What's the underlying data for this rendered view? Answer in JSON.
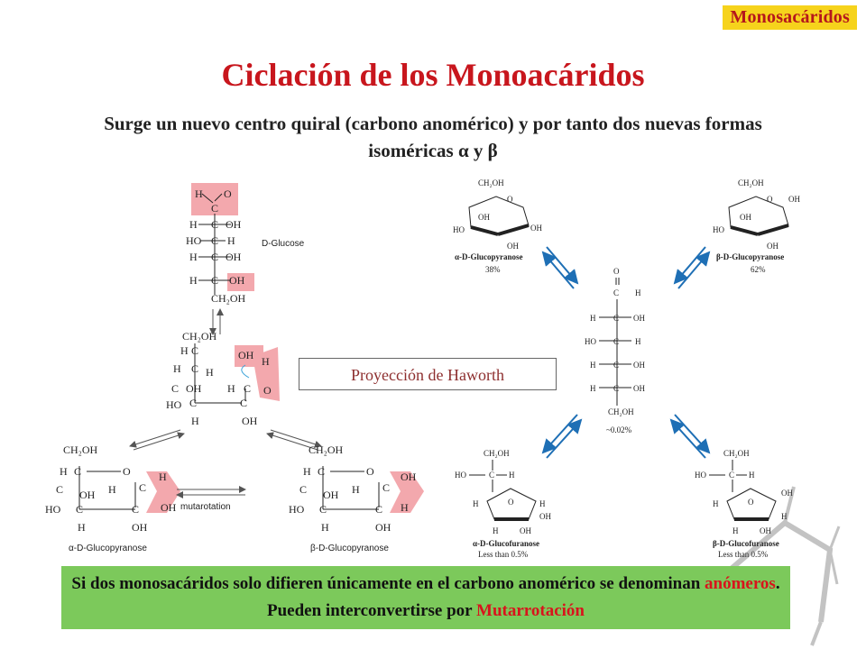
{
  "header": {
    "section_tag": "Monosacáridos",
    "title": "Ciclación de los Monoacáridos",
    "subtitle": "Surge un nuevo centro quiral (carbono anomérico) y por tanto dos nuevas formas isoméricas α y β"
  },
  "left_figure": {
    "glucose_label": "D-Glucose",
    "alpha_label": "α-D-Glucopyranose",
    "beta_label": "β-D-Glucopyranose",
    "mutarotation_label": "mutarotation"
  },
  "haworth_box": {
    "label": "Proyección de Haworth"
  },
  "right_figure": {
    "alpha_pyranose": {
      "name": "α-D-Glucopyranose",
      "percent": "38%"
    },
    "beta_pyranose": {
      "name": "β-D-Glucopyranose",
      "percent": "62%"
    },
    "open_chain_percent": "~0.02%",
    "alpha_furanose": {
      "name": "α-D-Glucofuranose",
      "percent": "Less than 0.5%"
    },
    "beta_furanose": {
      "name": "β-D-Glucofuranose",
      "percent": "Less than 0.5%"
    }
  },
  "note": {
    "text_1": "Si dos monosacáridos solo difieren únicamente en el carbono anomérico se denominan ",
    "highlight_1": "anómeros",
    "text_2": ". Pueden interconvertirse por ",
    "highlight_2": "Mutarrotación"
  },
  "colors": {
    "title": "#c8161d",
    "tag_bg": "#f6d31c",
    "highlight_pink": "#f3a8ad",
    "note_bg": "#7cc95b",
    "arrow_blue": "#1e6fb5"
  }
}
